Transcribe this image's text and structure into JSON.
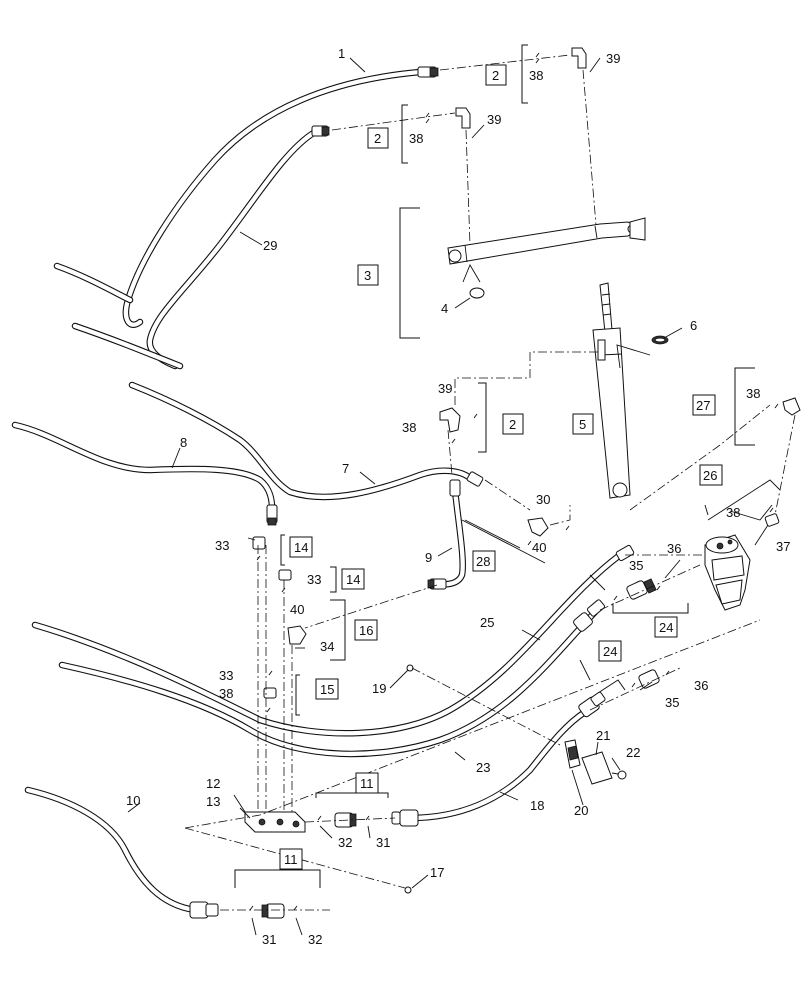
{
  "callouts": [
    {
      "id": "c1",
      "text": "1"
    },
    {
      "id": "c29",
      "text": "29"
    },
    {
      "id": "c2a",
      "text": "2"
    },
    {
      "id": "c38a",
      "text": "38"
    },
    {
      "id": "c39a",
      "text": "39"
    },
    {
      "id": "c2b",
      "text": "2"
    },
    {
      "id": "c38b",
      "text": "38"
    },
    {
      "id": "c39b",
      "text": "39"
    },
    {
      "id": "c3",
      "text": "3"
    },
    {
      "id": "c4",
      "text": "4"
    },
    {
      "id": "c6",
      "text": "6"
    },
    {
      "id": "c39c",
      "text": "39"
    },
    {
      "id": "c38c",
      "text": "38"
    },
    {
      "id": "c2c",
      "text": "2"
    },
    {
      "id": "c5",
      "text": "5"
    },
    {
      "id": "c27",
      "text": "27"
    },
    {
      "id": "c38d",
      "text": "38"
    },
    {
      "id": "c8",
      "text": "8"
    },
    {
      "id": "c7",
      "text": "7"
    },
    {
      "id": "c26",
      "text": "26"
    },
    {
      "id": "c38e",
      "text": "38"
    },
    {
      "id": "c37",
      "text": "37"
    },
    {
      "id": "c30",
      "text": "30"
    },
    {
      "id": "c40a",
      "text": "40"
    },
    {
      "id": "c33a",
      "text": "33"
    },
    {
      "id": "c14a",
      "text": "14"
    },
    {
      "id": "c9",
      "text": "9"
    },
    {
      "id": "c28",
      "text": "28"
    },
    {
      "id": "c35a",
      "text": "35"
    },
    {
      "id": "c36a",
      "text": "36"
    },
    {
      "id": "c33b",
      "text": "33"
    },
    {
      "id": "c14b",
      "text": "14"
    },
    {
      "id": "c40b",
      "text": "40"
    },
    {
      "id": "c16",
      "text": "16"
    },
    {
      "id": "c34",
      "text": "34"
    },
    {
      "id": "c25",
      "text": "25"
    },
    {
      "id": "c24a",
      "text": "24"
    },
    {
      "id": "c24b",
      "text": "24"
    },
    {
      "id": "c33c",
      "text": "33"
    },
    {
      "id": "c38f",
      "text": "38"
    },
    {
      "id": "c15",
      "text": "15"
    },
    {
      "id": "c19",
      "text": "19"
    },
    {
      "id": "c35b",
      "text": "35"
    },
    {
      "id": "c36b",
      "text": "36"
    },
    {
      "id": "c21",
      "text": "21"
    },
    {
      "id": "c22",
      "text": "22"
    },
    {
      "id": "c23",
      "text": "23"
    },
    {
      "id": "c20",
      "text": "20"
    },
    {
      "id": "c12",
      "text": "12"
    },
    {
      "id": "c13",
      "text": "13"
    },
    {
      "id": "c11a",
      "text": "11"
    },
    {
      "id": "c10",
      "text": "10"
    },
    {
      "id": "c18",
      "text": "18"
    },
    {
      "id": "c32a",
      "text": "32"
    },
    {
      "id": "c31a",
      "text": "31"
    },
    {
      "id": "c11b",
      "text": "11"
    },
    {
      "id": "c17",
      "text": "17"
    },
    {
      "id": "c31b",
      "text": "31"
    },
    {
      "id": "c32b",
      "text": "32"
    }
  ]
}
